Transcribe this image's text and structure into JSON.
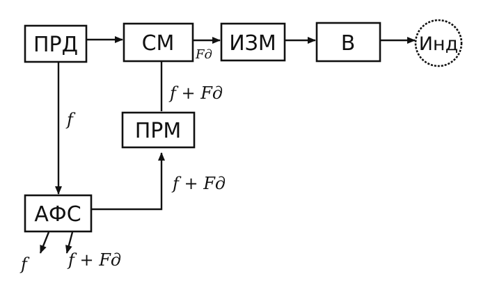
{
  "blocks": {
    "prd": "ПРД",
    "sm": "СМ",
    "izm": "ИЗМ",
    "v": "В",
    "ind": "Инд",
    "prm": "ПРМ",
    "afs": "АФС"
  },
  "labels": {
    "fd_small": "Fд",
    "f_vertical": "f",
    "f_plus_fd_upper": "f + Fд",
    "f_plus_fd_lower": "f + Fд",
    "f_out": "f",
    "f_plus_fd_out": "f + Fд"
  }
}
